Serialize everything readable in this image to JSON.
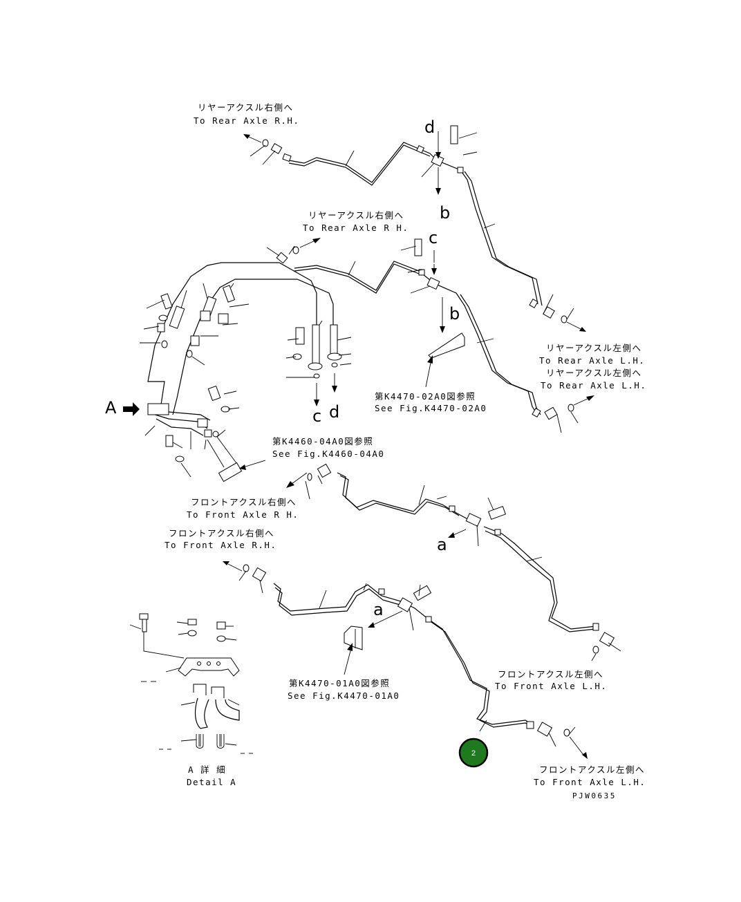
{
  "callouts": {
    "rear_rh_1_jp": "リヤーアクスル右側へ",
    "rear_rh_1_en": "To Rear Axle R.H.",
    "rear_rh_2_jp": "リヤーアクスル右側へ",
    "rear_rh_2_en": "To Rear Axle R H.",
    "rear_lh_1_jp": "リヤーアクスル左側へ",
    "rear_lh_1_en": "To Rear Axle L.H.",
    "rear_lh_2_jp": "リヤーアクスル左側へ",
    "rear_lh_2_en": "To Rear Axle L.H.",
    "front_rh_1_jp": "フロントアクスル右側へ",
    "front_rh_1_en": "To Front Axle R H.",
    "front_rh_2_jp": "フロントアクスル右側へ",
    "front_rh_2_en": "To Front Axle R.H.",
    "front_lh_1_jp": "フロントアクスル左側へ",
    "front_lh_1_en": "To Front Axle L.H.",
    "front_lh_2_jp": "フロントアクスル左側へ",
    "front_lh_2_en": "To Front Axle L.H."
  },
  "references": {
    "k4470_02_jp": "第K4470-02A0図参照",
    "k4470_02_en": "See Fig.K4470-02A0",
    "k4460_04_jp": "第K4460-04A0図参照",
    "k4460_04_en": "See Fig.K4460-04A0",
    "k4470_01_jp": "第K4470-01A0図参照",
    "k4470_01_en": "See Fig.K4470-01A0"
  },
  "letters": {
    "d_top": "d",
    "b_top": "b",
    "c_mid": "c",
    "b_mid": "b",
    "c_low": "c",
    "d_low": "d",
    "A_view": "A",
    "a_right": "a",
    "a_lower": "a"
  },
  "detail": {
    "jp": "A 詳 細",
    "en": "Detail A"
  },
  "drawing_code": "PJW0635",
  "marker": {
    "label": "2",
    "color": "#1f7a1f"
  }
}
